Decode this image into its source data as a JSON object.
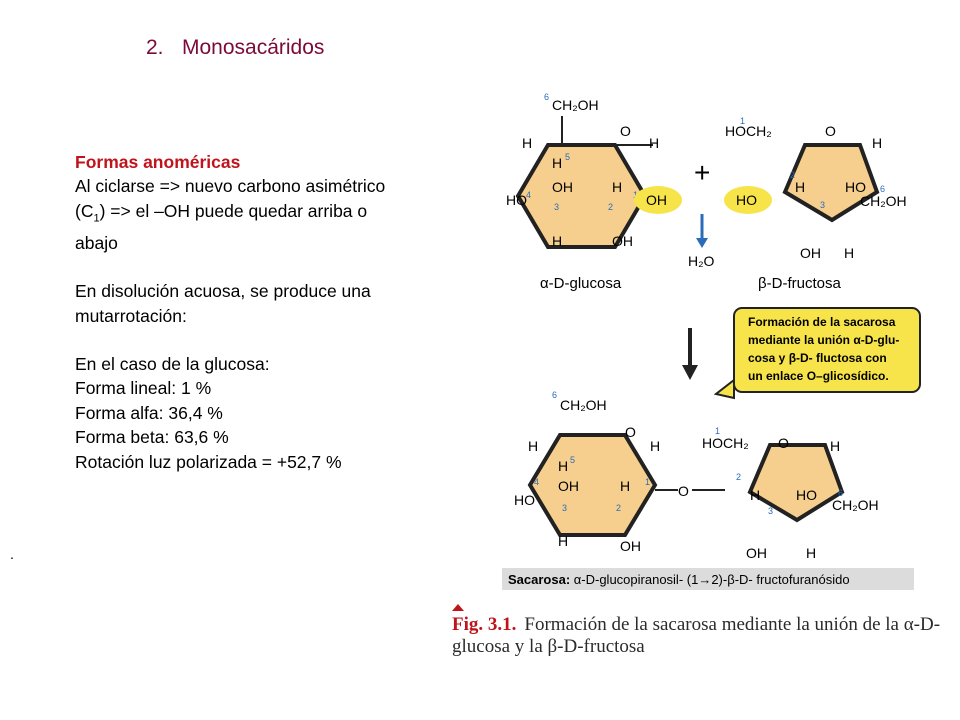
{
  "heading": {
    "number": "2.",
    "title": "Monosacáridos"
  },
  "text": {
    "subtitle": "Formas anoméricas",
    "line1": "Al ciclarse => nuevo carbono asimétrico",
    "line2a": "(C",
    "line2sub": "1",
    "line2b": ") => el –OH puede quedar arriba o",
    "line3": "abajo",
    "line4": "En disolución acuosa, se produce una",
    "line5": "mutarrotación:",
    "line6": "En el caso de la glucosa:",
    "line7": "Forma lineal:  1 %",
    "line8": "Forma alfa:  36,4 %",
    "line9": "Forma beta: 63,6 %",
    "line10": "Rotación luz polarizada = +52,7 %"
  },
  "dot": ".",
  "figure": {
    "glucose_label": "α-D-glucosa",
    "fructose_label": "β-D-fructosa",
    "plus": "+",
    "water": "H₂O",
    "ch2oh": "CH₂OH",
    "hoch2": "HOCH₂",
    "oh": "OH",
    "ho": "HO",
    "h": "H",
    "o": "O",
    "n6": "6",
    "n5": "5",
    "n4": "4",
    "n3": "3",
    "n2": "2",
    "n1": "1",
    "callout": [
      "Formación de la sacarosa",
      "mediante la unión α-D-glu-",
      "cosa y β-D- fluctosa con",
      "un enlace O–glicosídico."
    ],
    "sacarosa_bold": "Sacarosa:",
    "sacarosa_rest": " α-D-glucopiranosil- (1→2)-β-D- fructofuranósido",
    "accent_yellow": "#f7e44a",
    "ring_fill": "#f6cf8e",
    "arrow_blue": "#2b6cb8"
  },
  "caption": {
    "label": "Fig.  3.1.",
    "text": "Formación de la sacarosa mediante la unión de la α-D-glucosa y la β-D-fructosa"
  }
}
